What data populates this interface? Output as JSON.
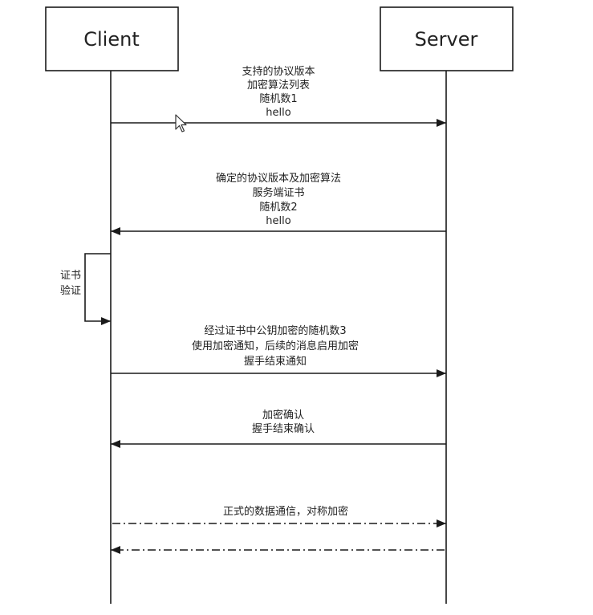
{
  "actors": {
    "client": "Client",
    "server": "Server"
  },
  "messages": [
    {
      "direction": "client-to-server",
      "style": "solid",
      "lines": [
        "支持的协议版本",
        "加密算法列表",
        "随机数1",
        "hello"
      ]
    },
    {
      "direction": "server-to-client",
      "style": "solid",
      "lines": [
        "确定的协议版本及加密算法",
        "服务端证书",
        "随机数2",
        "hello"
      ]
    },
    {
      "direction": "self-client",
      "style": "solid",
      "lines": [
        "证书",
        "验证"
      ]
    },
    {
      "direction": "client-to-server",
      "style": "solid",
      "lines": [
        "经过证书中公钥加密的随机数3",
        "使用加密通知，后续的消息启用加密",
        "握手结束通知"
      ]
    },
    {
      "direction": "server-to-client",
      "style": "solid",
      "lines": [
        "加密确认",
        "握手结束确认"
      ]
    },
    {
      "direction": "client-to-server",
      "style": "dash-dot",
      "lines": [
        "正式的数据通信，对称加密"
      ]
    },
    {
      "direction": "server-to-client",
      "style": "dash-dot",
      "lines": []
    }
  ],
  "cursor_icon": "mouse-pointer-icon"
}
